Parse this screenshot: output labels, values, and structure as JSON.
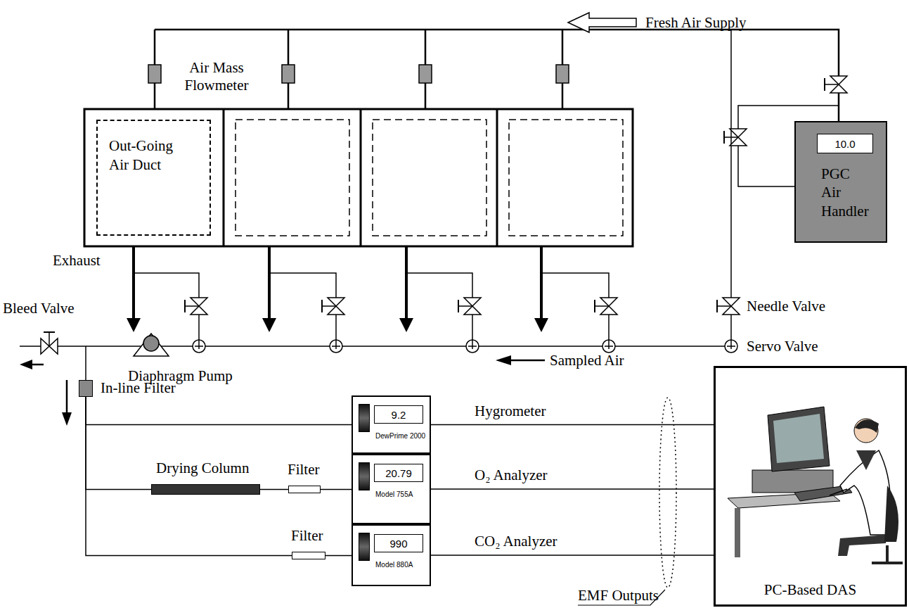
{
  "diagram": {
    "nodes": [
      {
        "text": [
          "Out-Going Air Duct"
        ]
      },
      {
        "text": [
          "10.0",
          "PGC Air Handler"
        ]
      },
      {
        "text": [
          "In-line Filter"
        ]
      },
      {
        "text": [
          "9.2",
          "DewPrime 2000"
        ]
      },
      {
        "text": [
          "Drying Column"
        ]
      },
      {
        "text": [
          "Filter"
        ]
      },
      {
        "text": [
          "20.79",
          "Model 755A"
        ]
      },
      {
        "text": [
          "Filter"
        ]
      },
      {
        "text": [
          "990",
          "Model 880A"
        ]
      },
      {
        "text": [
          "PC-Based DAS"
        ]
      }
    ],
    "edges": [
      {
        "from": 2,
        "to": 3,
        "arrow": "none"
      },
      {
        "from": 2,
        "to": 4,
        "arrow": "none"
      },
      {
        "from": 4,
        "to": 5,
        "arrow": "none"
      },
      {
        "from": 5,
        "to": 6,
        "arrow": "none"
      },
      {
        "from": 2,
        "to": 7,
        "arrow": "none"
      },
      {
        "from": 7,
        "to": 8,
        "arrow": "none"
      },
      {
        "from": 3,
        "to": 9,
        "label": "Hygrometer",
        "arrow": "none"
      },
      {
        "from": 6,
        "to": 9,
        "label": "O₂ Analyzer",
        "arrow": "none"
      },
      {
        "from": 8,
        "to": 9,
        "label": "CO₂ Analyzer",
        "arrow": "none"
      }
    ],
    "labels": [
      "Fresh Air Supply",
      "Air Mass Flowmeter",
      "Exhaust",
      "Bleed Valve",
      "Needle Valve",
      "Servo Valve",
      "Diaphragm Pump",
      "Sampled Air",
      "EMF Outputs"
    ]
  }
}
